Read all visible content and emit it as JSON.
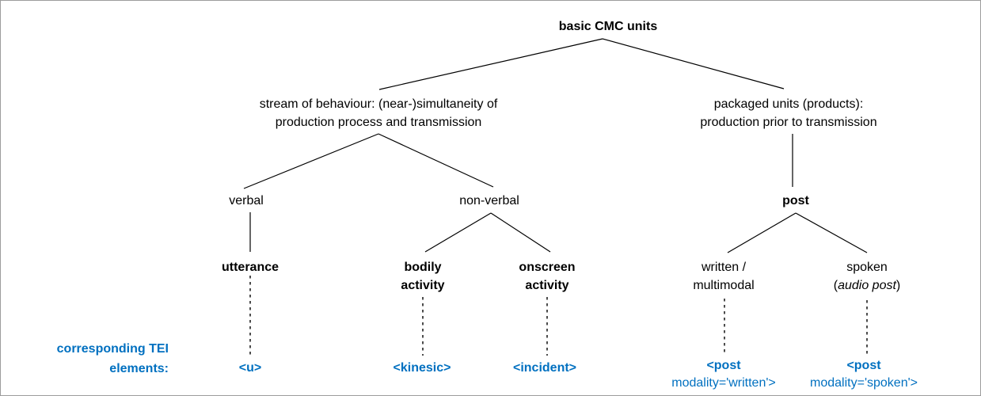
{
  "nodes": {
    "root": {
      "label": "basic CMC units"
    },
    "stream_of_behaviour": {
      "line1": "stream of behaviour: (near-)simultaneity of",
      "line2": "production process and transmission"
    },
    "packaged_units": {
      "line1": "packaged units (products):",
      "line2": "production prior to transmission"
    },
    "verbal": {
      "label": "verbal"
    },
    "non_verbal": {
      "label": "non-verbal"
    },
    "post": {
      "label": "post"
    },
    "utterance": {
      "label": "utterance"
    },
    "bodily_activity": {
      "line1": "bodily",
      "line2": "activity"
    },
    "onscreen_activity": {
      "line1": "onscreen",
      "line2": "activity"
    },
    "written_multimodal": {
      "line1": "written /",
      "line2": "multimodal"
    },
    "spoken_audio_post": {
      "line1": "spoken",
      "line2_open": "(",
      "line2_italic": "audio post",
      "line2_close": ")"
    }
  },
  "tei_row": {
    "caption_line1": "corresponding TEI",
    "caption_line2": "elements:",
    "u": "<u>",
    "kinesic": "<kinesic>",
    "incident": "<incident>",
    "post_written": {
      "line1": "<post",
      "line2": "modality='written'>"
    },
    "post_spoken": {
      "line1": "<post",
      "line2": "modality='spoken'>"
    }
  },
  "colors": {
    "tei_blue": "#0070C0",
    "edge_black": "#000000",
    "frame_gray": "#9c9c9c",
    "background": "#ffffff"
  }
}
